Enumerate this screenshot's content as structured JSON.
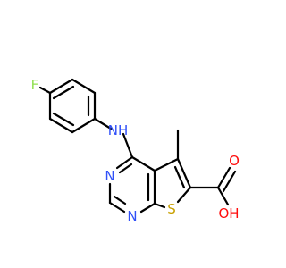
{
  "molecule": {
    "atoms": {
      "fluorine": "F",
      "amine": "NH",
      "pyrimidine_n_top": "N",
      "pyrimidine_n_bottom": "N",
      "thiophene_s": "S",
      "carbonyl_o": "O",
      "hydroxyl": "OH"
    },
    "colors": {
      "bond": "#000000",
      "fluorine": "#90e050",
      "nitrogen": "#3050f8",
      "sulfur": "#c8a000",
      "oxygen": "#ff0d0d"
    }
  }
}
